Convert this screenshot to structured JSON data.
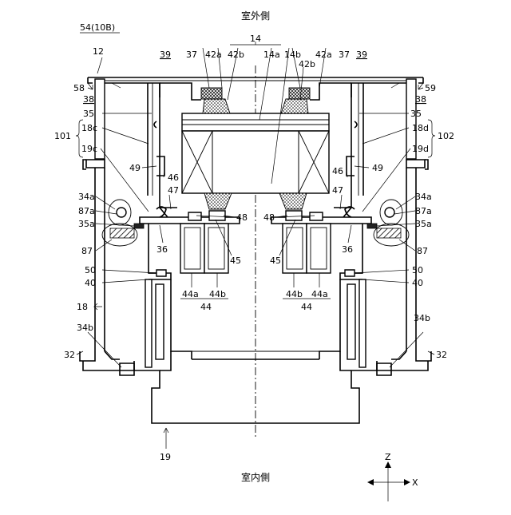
{
  "title_top": "室外側",
  "title_bottom": "室内側",
  "figure_ref": "54(10B)",
  "axes": {
    "z": "Z",
    "x": "X"
  },
  "labels": {
    "n12": "12",
    "n14": "14",
    "n14a": "14a",
    "n14b": "14b",
    "n39_left": "39",
    "n37_left": "37",
    "n42a_left": "42a",
    "n42b_left": "42b",
    "n42a_right": "42a",
    "n37_right": "37",
    "n39_right": "39",
    "n42b_right": "42b",
    "n58": "58",
    "n59": "59",
    "n38_left": "38",
    "n38_right": "38",
    "n35_left": "35",
    "n35_right": "35",
    "n101": "101",
    "n102": "102",
    "n18c": "18c",
    "n18d": "18d",
    "n19c": "19c",
    "n19d": "19d",
    "n49_left": "49",
    "n49_right": "49",
    "n46_left": "46",
    "n46_right": "46",
    "n47_left": "47",
    "n47_right": "47",
    "n34a_left": "34a",
    "n34a_right": "34a",
    "n87a_left": "87a",
    "n87a_right": "87a",
    "n35a_left": "35a",
    "n35a_right": "35a",
    "n48_left": "48",
    "n48_right": "48",
    "n36_left": "36",
    "n36_right": "36",
    "n87_left": "87",
    "n87_right": "87",
    "n45_left": "45",
    "n45_right": "45",
    "n50_left": "50",
    "n50_right": "50",
    "n40_left": "40",
    "n40_right": "40",
    "n44a_left": "44a",
    "n44b_left": "44b",
    "n44b_right": "44b",
    "n44a_right": "44a",
    "n44_left": "44",
    "n44_right": "44",
    "n18": "18",
    "n34b_left": "34b",
    "n34b_right": "34b",
    "n32_left": "32",
    "n32_right": "32",
    "n19": "19"
  }
}
